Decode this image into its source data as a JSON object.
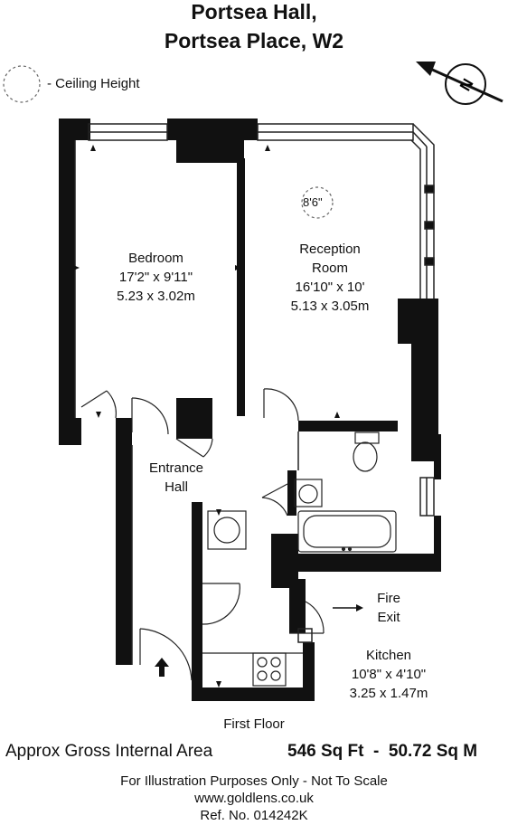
{
  "title": {
    "line1": "Portsea Hall,",
    "line2": "Portsea Place, W2"
  },
  "legend": {
    "ceiling_label": "- Ceiling Height",
    "compass_letter": "N"
  },
  "rooms": {
    "bedroom": {
      "name": "Bedroom",
      "imperial": "17'2\" x 9'11\"",
      "metric": "5.23 x 3.02m"
    },
    "reception": {
      "name_line1": "Reception",
      "name_line2": "Room",
      "imperial": "16'10\" x 10'",
      "metric": "5.13 x 3.05m",
      "ceiling_height": "8'6\""
    },
    "entrance_hall": {
      "name_line1": "Entrance",
      "name_line2": "Hall"
    },
    "kitchen": {
      "name": "Kitchen",
      "imperial": "10'8\" x 4'10\"",
      "metric": "3.25 x 1.47m"
    },
    "fire_exit": {
      "line1": "Fire",
      "line2": "Exit"
    }
  },
  "footer": {
    "floor": "First Floor",
    "area_label": "Approx Gross Internal Area",
    "area_value": "546 Sq Ft  -  50.72 Sq M",
    "disclaimer": "For Illustration Purposes Only - Not To Scale",
    "website": "www.goldlens.co.uk",
    "reference": "Ref. No. 014242K"
  },
  "colors": {
    "wall": "#111111",
    "line": "#222222"
  }
}
